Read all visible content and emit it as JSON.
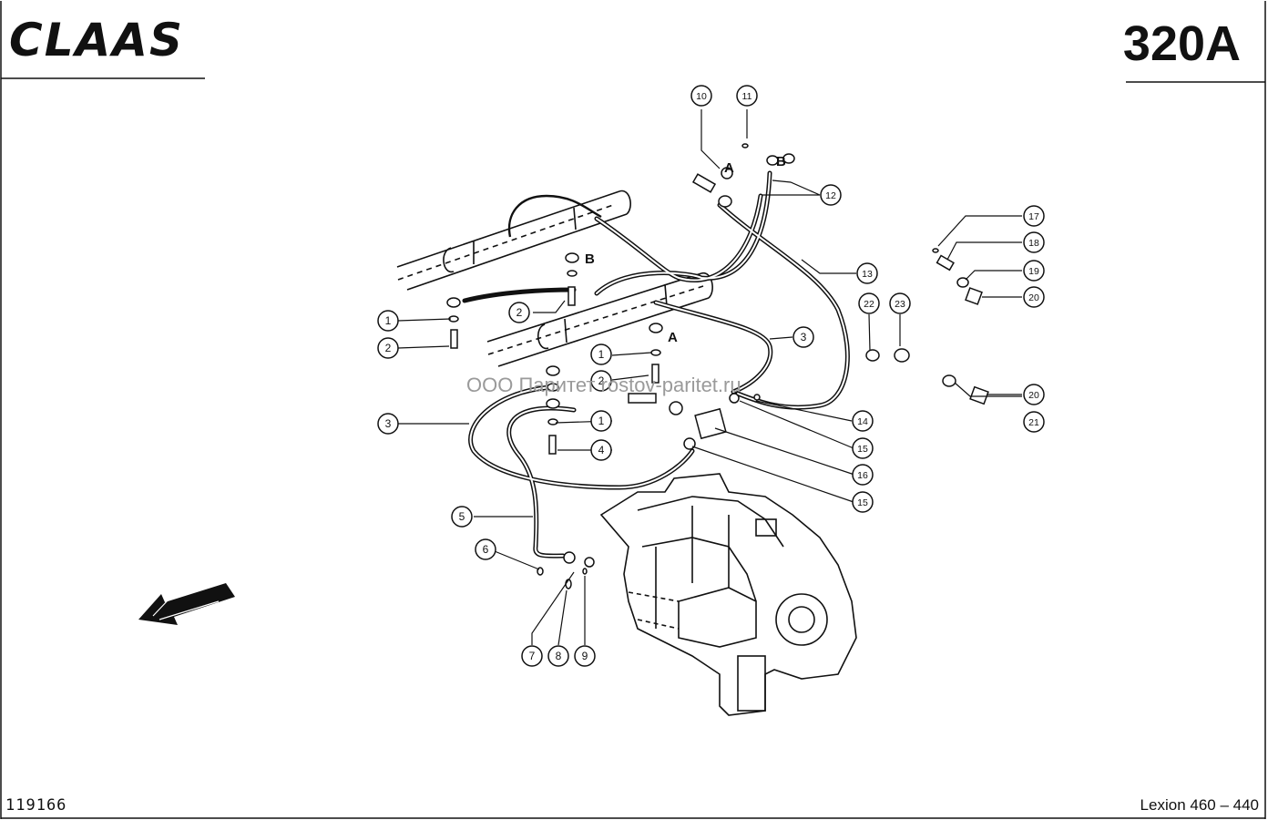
{
  "header": {
    "brand": "CLAAS",
    "page_number": "320A"
  },
  "footer": {
    "doc_id": "119166",
    "model": "Lexion 460 – 440"
  },
  "watermark": "ООО Паритет rostov-paritet.ru",
  "port_labels": {
    "a": "A",
    "b": "B"
  },
  "callouts": [
    "1",
    "2",
    "3",
    "4",
    "5",
    "6",
    "7",
    "8",
    "9",
    "10",
    "11",
    "12",
    "13",
    "14",
    "15",
    "16",
    "17",
    "18",
    "19",
    "20",
    "21",
    "22",
    "23"
  ]
}
